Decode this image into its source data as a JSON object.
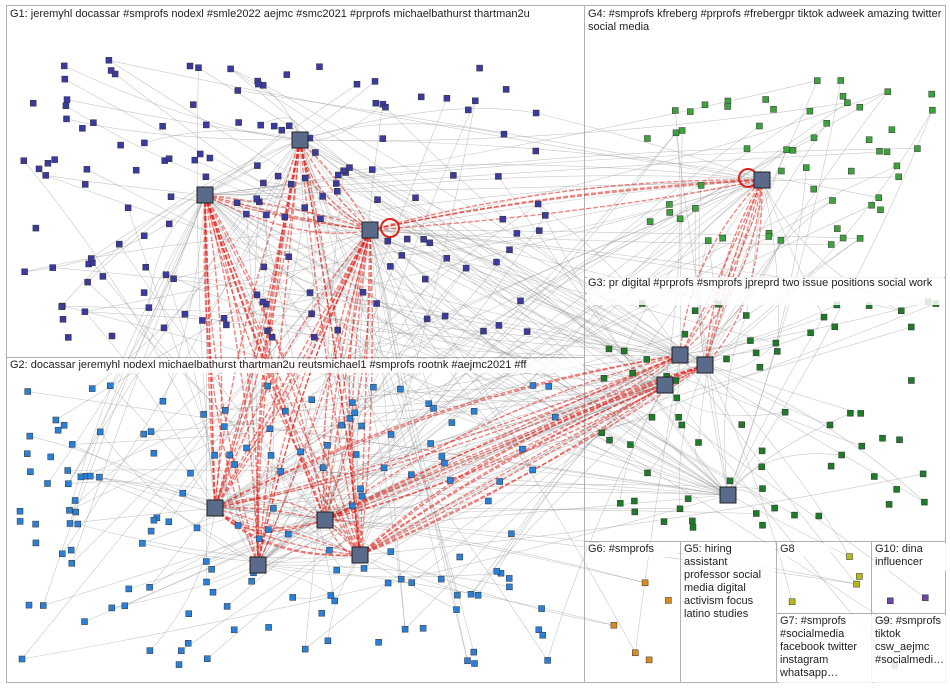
{
  "colors": {
    "panel_border": "#b0b0b0",
    "edge_gray": "#9a9a9a",
    "edge_red": "#e0231b",
    "g1_node": "#3a3aa0",
    "g2_node": "#2a7fd6",
    "g3_node": "#1f7a2a",
    "g4_node": "#3ca23c",
    "g6_node": "#d98a1c",
    "g8_node": "#b8b81a",
    "g9_node": "#b060c0",
    "g10_node": "#6a4aa0"
  },
  "groups": [
    {
      "id": "G1",
      "label": "G1: jeremyhl docassar #smprofs nodexl #smle2022 aejmc #smc2021 #prprofs michaelbathurst thartman2u"
    },
    {
      "id": "G2",
      "label": "G2: docassar jeremyhl nodexl michaelbathurst thartman2u reutsmichael1 #smprofs rootnk #aejmc2021 #ff"
    },
    {
      "id": "G3",
      "label": "G3: pr digital #prprofs #smprofs jpreprd two issue positions social work"
    },
    {
      "id": "G4",
      "label": "G4: #smprofs kfreberg #prprofs #frebergpr tiktok adweek amazing twitter social media"
    },
    {
      "id": "G5",
      "label": "G5: hiring assistant professor social media digital activism focus latino studies"
    },
    {
      "id": "G6",
      "label": "G6: #smprofs"
    },
    {
      "id": "G7",
      "label": "G7: #smprofs #socialmedia facebook twitter instagram whatsapp…"
    },
    {
      "id": "G8",
      "label": "G8"
    },
    {
      "id": "G9",
      "label": "G9: #smprofs tiktok csw_aejmc #socialmedi…"
    },
    {
      "id": "G10",
      "label": "G10: dina influencer"
    }
  ]
}
